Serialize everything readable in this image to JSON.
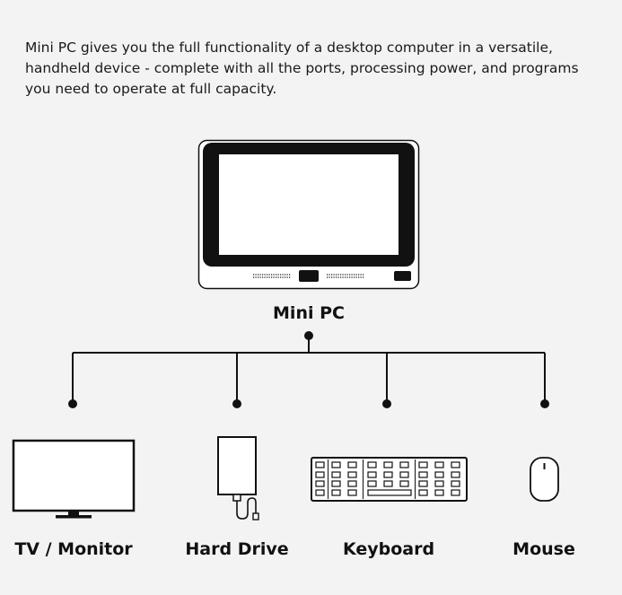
{
  "intro_text": "Mini PC gives you the full functionality of a desktop computer in a versatile, handheld device - complete with all the ports, processing power, and programs you need to operate at full capacity.",
  "root": {
    "label": "Mini PC",
    "icon": "mini-pc-icon"
  },
  "devices": [
    {
      "label": "TV / Monitor",
      "icon": "monitor-icon"
    },
    {
      "label": "Hard Drive",
      "icon": "hard-drive-icon"
    },
    {
      "label": "Keyboard",
      "icon": "keyboard-icon"
    },
    {
      "label": "Mouse",
      "icon": "mouse-icon"
    }
  ],
  "colors": {
    "line": "#111111",
    "background": "#f3f3f4",
    "device_fill": "#ffffff"
  }
}
